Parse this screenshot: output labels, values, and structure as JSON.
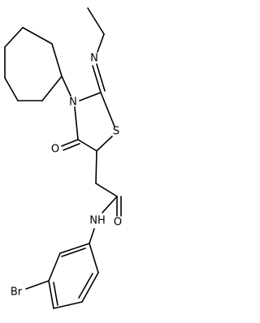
{
  "atoms": {
    "nitrogen_ring": "N",
    "nitrogen_imine": "N",
    "sulfur": "S",
    "oxygen_ketone": "O",
    "oxygen_amide": "O",
    "nitrogen_amide": "NH",
    "bromine": "Br"
  },
  "colors": {
    "bond": "#000000",
    "label": "#000000",
    "background": "#ffffff"
  }
}
